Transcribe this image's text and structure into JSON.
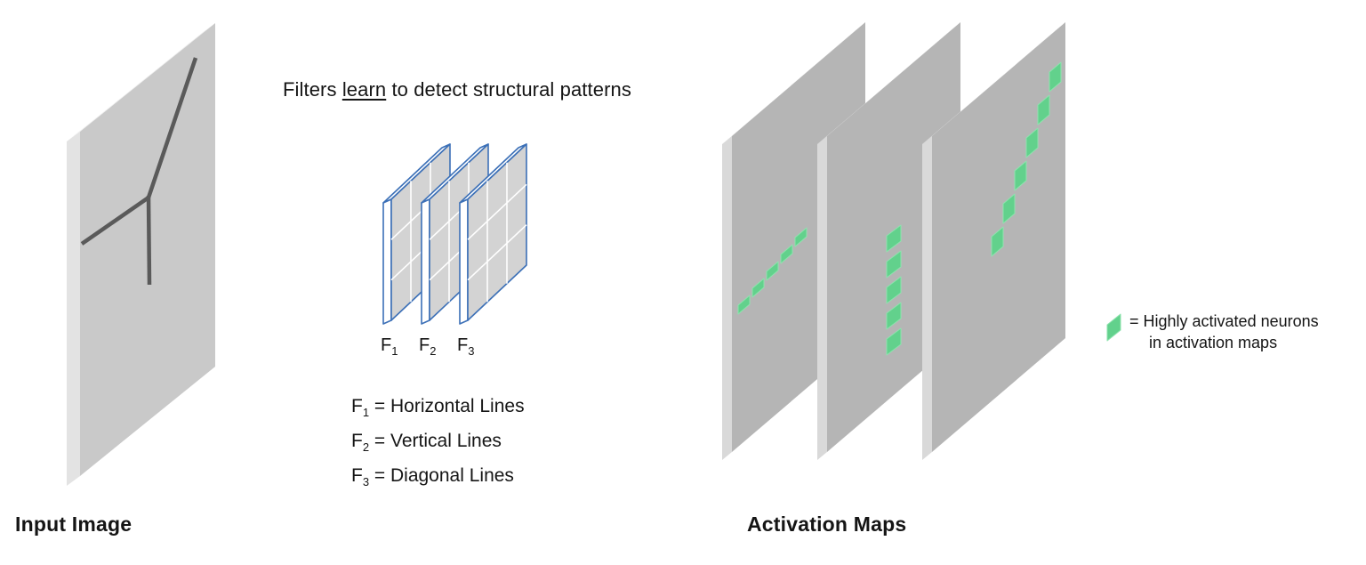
{
  "palette": {
    "input_face": "#c9c9c9",
    "input_side": "#e3e3e3",
    "input_top": "#efefef",
    "map_face": "#b5b5b5",
    "map_side": "#d9d9d9",
    "map_top": "#e9e9e9",
    "sketch_line": "#5a5a5a",
    "filter_outline": "#3c70b7",
    "filter_face": "#d3d3d3",
    "grid_line": "#ffffff",
    "neuron_green": "#62d18c",
    "neuron_green_edge": "#8ee3ae",
    "text": "#151515"
  },
  "heading": {
    "pre": "Filters ",
    "underlined": "learn",
    "post": " to detect structural patterns"
  },
  "filters": {
    "labels": [
      {
        "base": "F",
        "sub": "1"
      },
      {
        "base": "F",
        "sub": "2"
      },
      {
        "base": "F",
        "sub": "3"
      }
    ],
    "definitions": [
      {
        "base": "F",
        "sub": "1",
        "rest": " = Horizontal Lines"
      },
      {
        "base": "F",
        "sub": "2",
        "rest": " = Vertical Lines"
      },
      {
        "base": "F",
        "sub": "3",
        "rest": " = Diagonal Lines"
      }
    ]
  },
  "input_image": {
    "caption": "Input Image"
  },
  "activation": {
    "caption": "Activation Maps",
    "maps": [
      {
        "name": "map-1-horizontal-line",
        "cell": {
          "w": 13,
          "h": 21,
          "skew": 11
        },
        "cells": [
          [
            830,
            332
          ],
          [
            846,
            313
          ],
          [
            862,
            294
          ],
          [
            878,
            275
          ],
          [
            894,
            256
          ]
        ]
      },
      {
        "name": "map-2-vertical-line",
        "cell": {
          "w": 16,
          "h": 30,
          "skew": 12
        },
        "cells": [
          [
            997,
            253
          ],
          [
            997,
            282
          ],
          [
            997,
            311
          ],
          [
            997,
            340
          ],
          [
            997,
            369
          ]
        ]
      },
      {
        "name": "map-3-diagonal-line",
        "cell": {
          "w": 13,
          "h": 33,
          "skew": 11
        },
        "cells": [
          [
            1180,
            70
          ],
          [
            1167,
            107
          ],
          [
            1154,
            144
          ],
          [
            1141,
            181
          ],
          [
            1128,
            218
          ],
          [
            1115,
            255
          ]
        ]
      }
    ]
  },
  "legend": {
    "line1": "= Highly activated neurons",
    "line2": "in activation maps"
  }
}
